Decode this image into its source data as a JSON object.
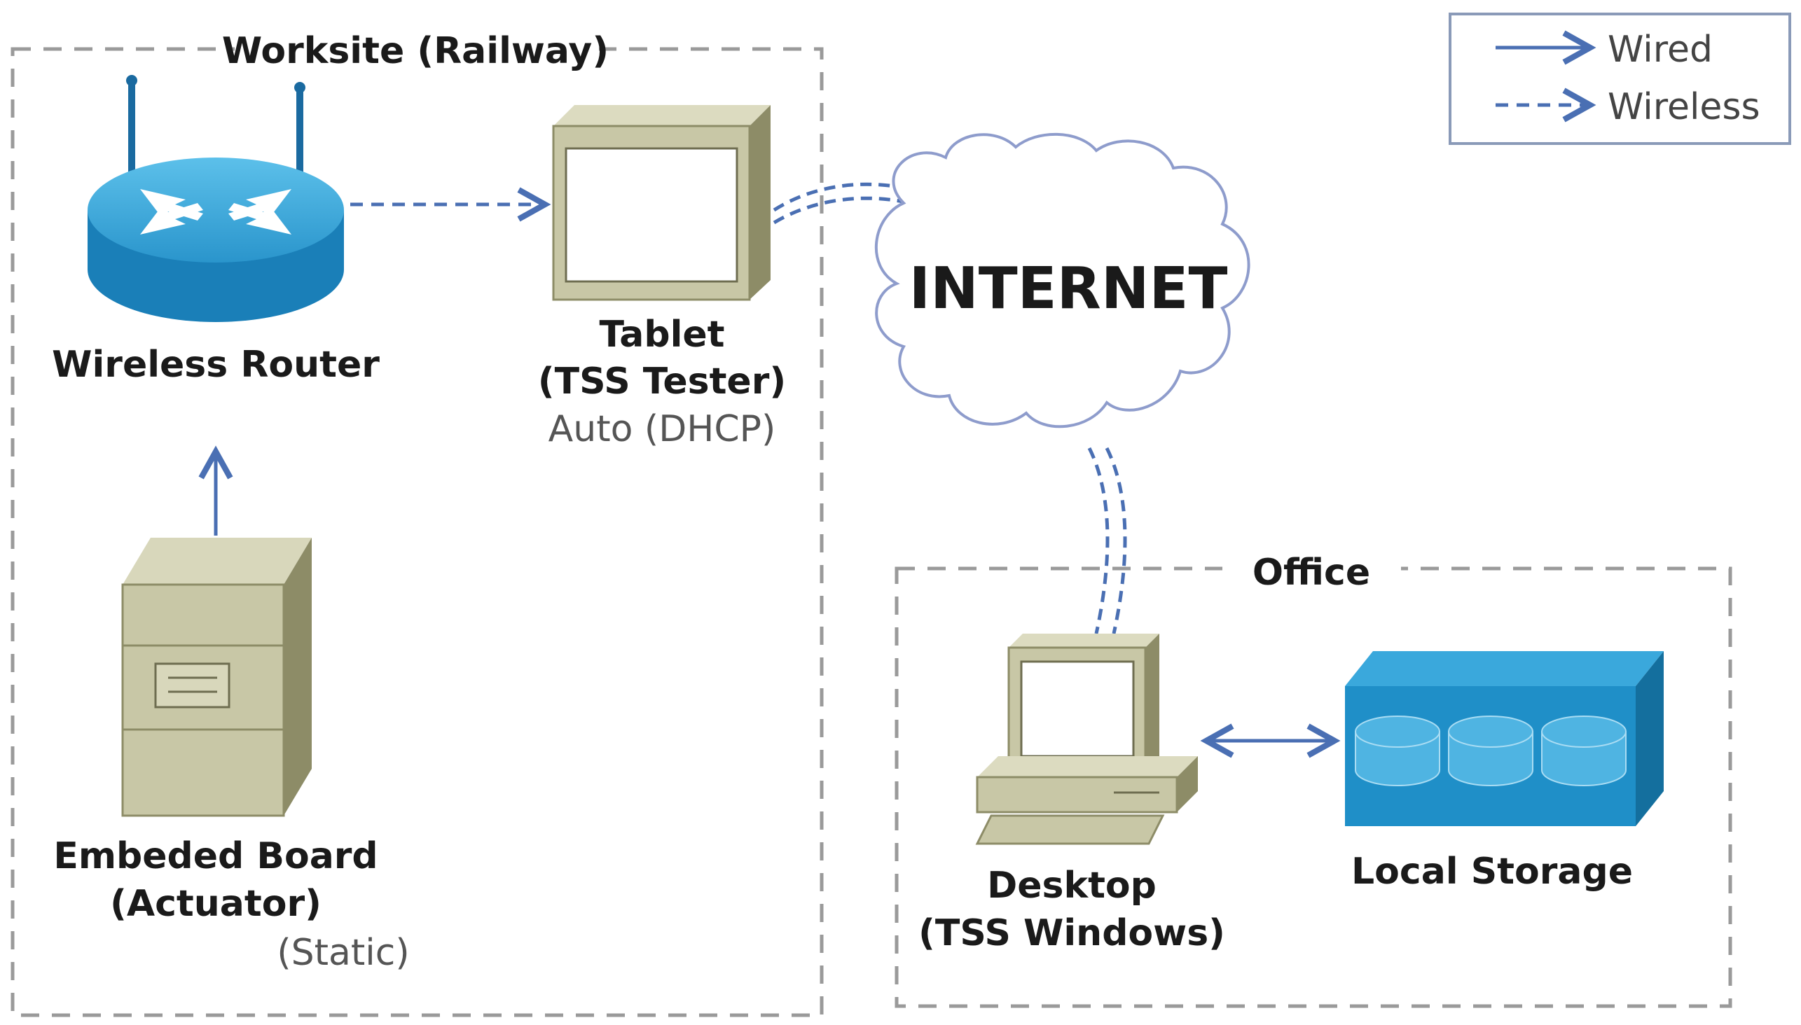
{
  "legend": {
    "wired": "Wired",
    "wireless": "Wireless",
    "wired_color": "#4a6fb3",
    "wireless_color": "#4a6fb3"
  },
  "zones": {
    "worksite": "Worksite (Railway)",
    "office": "Office"
  },
  "nodes": {
    "router": {
      "label": "Wireless Router",
      "icon": "wireless-router-icon"
    },
    "tablet": {
      "label": "Tablet",
      "label2": "(TSS Tester)",
      "note": "Auto (DHCP)",
      "icon": "tablet-icon"
    },
    "internet": {
      "label": "INTERNET",
      "icon": "cloud-icon"
    },
    "board": {
      "label": "Embeded Board",
      "label2": "(Actuator)",
      "note": "(Static)",
      "icon": "embedded-board-icon"
    },
    "desktop": {
      "label": "Desktop",
      "label2": "(TSS Windows)",
      "icon": "desktop-computer-icon"
    },
    "storage": {
      "label": "Local Storage",
      "icon": "storage-array-icon"
    }
  },
  "colors": {
    "device_body": "#c8c7a6",
    "device_side": "#8d8c67",
    "router_blue": "#1a7fb8",
    "storage_blue": "#1f8fc8",
    "zone_border": "#9a9a9a"
  }
}
